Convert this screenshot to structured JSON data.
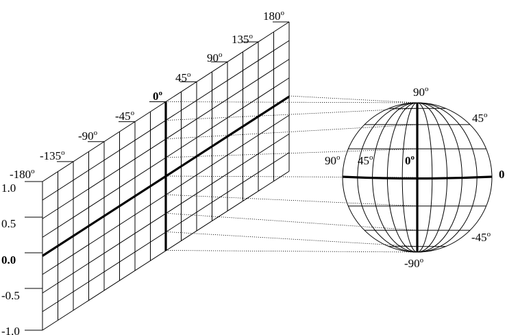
{
  "diagram": {
    "plane": {
      "longitude_labels": [
        "-180",
        "-135",
        "-90",
        "-45",
        "0",
        "45",
        "90",
        "135",
        "180"
      ],
      "value_labels": [
        "1.0",
        "0.5",
        "0.0",
        "-0.5",
        "-1.0"
      ]
    },
    "sphere": {
      "top_label": "90",
      "bottom_label": "-90",
      "upper_right_label": "45",
      "lower_right_label": "-45",
      "right_label": "0",
      "left_outer_label": "90",
      "left_inner_label": "45",
      "center_label": "0"
    },
    "degree_symbol": "o"
  }
}
